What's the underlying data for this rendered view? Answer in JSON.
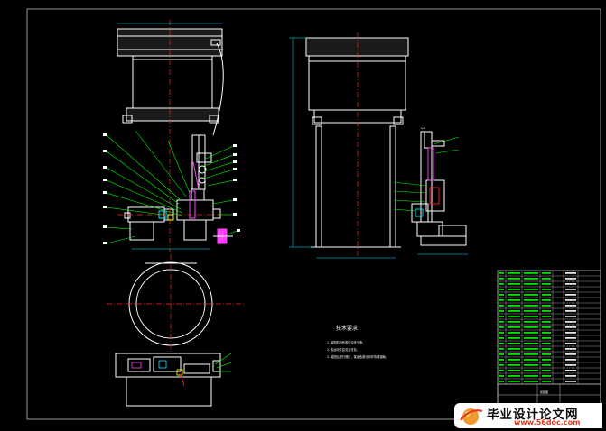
{
  "drawing": {
    "notes_title": "技术要求",
    "notes": [
      "1. 装配前所有零件清洗干净。",
      "2. 各运动件应灵活可靠。",
      "3. 装配后进行调试，保证各部分动作协调准确。"
    ],
    "section_label": "A-A",
    "title_block_label": "装配图"
  },
  "watermark": {
    "title": "毕业设计论文网",
    "url": "www.56doc.com",
    "logo_icon": "globe-swoosh-icon"
  },
  "colors": {
    "background": "#000000",
    "line_white": "#ffffff",
    "centerline_red": "#ff2020",
    "leader_green": "#00ff00",
    "dim_cyan": "#00e5ff",
    "part_magenta": "#ff40ff",
    "frame_gray": "#bdbdbd"
  }
}
